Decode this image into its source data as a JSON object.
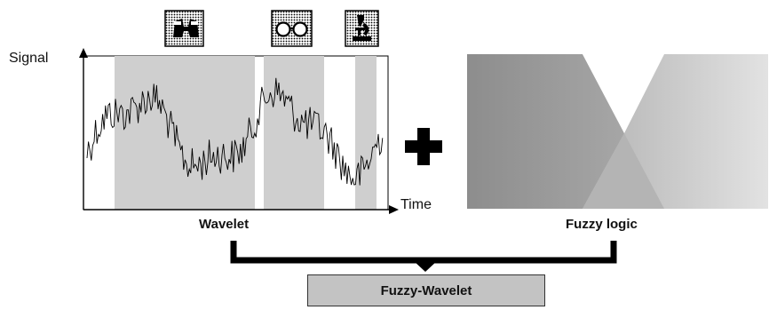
{
  "left_panel": {
    "y_axis_label": "Signal",
    "x_axis_label": "Time",
    "caption": "Wavelet",
    "icons": [
      "binoculars-icon",
      "eyeglasses-icon",
      "microscope-icon"
    ]
  },
  "right_panel": {
    "caption": "Fuzzy logic"
  },
  "operator": "plus",
  "result": {
    "label": "Fuzzy-Wavelet"
  },
  "colors": {
    "window_shading": "#cfcfcf",
    "fuzzy_dark": "#9a9a9a",
    "fuzzy_light": "#d6d6d6",
    "result_box": "#c3c3c3",
    "ink": "#000000"
  }
}
